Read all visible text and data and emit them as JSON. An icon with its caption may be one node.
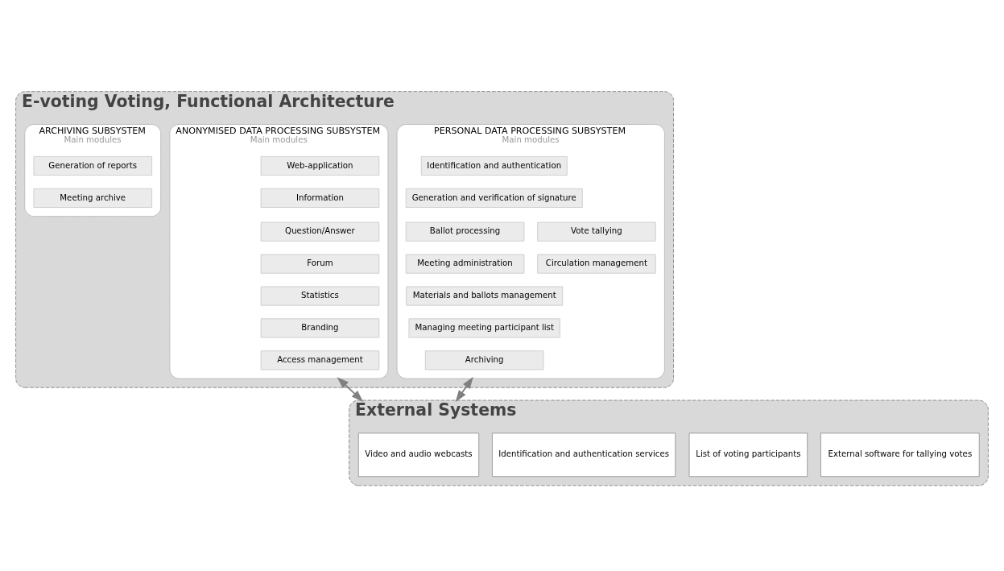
{
  "diagram": {
    "nodes": [
      {
        "text": [
          "E-voting Voting, Functional Architecture"
        ]
      },
      {
        "text": [
          "ANONYMISED DATA PROCESSING SUBSYSTEM",
          "Main modules"
        ],
        "in": 0
      },
      {
        "text": [
          "Web-application"
        ],
        "in": 1
      },
      {
        "text": [
          "Information"
        ],
        "in": 1
      },
      {
        "text": [
          "Question/Answer"
        ],
        "in": 1
      },
      {
        "text": [
          "Forum"
        ],
        "in": 1
      },
      {
        "text": [
          "Statistics"
        ],
        "in": 1
      },
      {
        "text": [
          "Branding"
        ],
        "in": 1
      },
      {
        "text": [
          "Access management"
        ],
        "in": 1
      },
      {
        "text": [
          "PERSONAL DATA PROCESSING SUBSYSTEM",
          "Main modules"
        ],
        "in": 0
      },
      {
        "text": [
          "Identification and authentication"
        ],
        "in": 9
      },
      {
        "text": [
          "Generation and verification of signature"
        ],
        "in": 9
      },
      {
        "text": [
          "Ballot processing"
        ],
        "in": 9
      },
      {
        "text": [
          "Vote tallying"
        ],
        "in": 9
      },
      {
        "text": [
          "Meeting administration"
        ],
        "in": 9
      },
      {
        "text": [
          "Circulation management"
        ],
        "in": 9
      },
      {
        "text": [
          "Materials and ballots management"
        ],
        "in": 9
      },
      {
        "text": [
          "Managing meeting participant list"
        ],
        "in": 9
      },
      {
        "text": [
          "Archiving"
        ],
        "in": 9
      },
      {
        "text": [
          "ARCHIVING SUBSYSTEM",
          "Main modules"
        ],
        "in": 0
      },
      {
        "text": [
          "Generation of reports"
        ],
        "in": 19
      },
      {
        "text": [
          "Meeting archive"
        ],
        "in": 19
      },
      {
        "text": [
          "External Systems"
        ]
      },
      {
        "text": [
          "Video and audio webcasts"
        ],
        "in": 22
      },
      {
        "text": [
          "Identification and authentication services"
        ],
        "in": 22
      },
      {
        "text": [
          "List of voting participants"
        ],
        "in": 22
      },
      {
        "text": [
          "External software for tallying votes"
        ],
        "in": 22
      }
    ],
    "edges": [
      {
        "from": 1,
        "to": 22,
        "arrow": "both"
      },
      {
        "from": 9,
        "to": 22,
        "arrow": "both"
      }
    ]
  }
}
